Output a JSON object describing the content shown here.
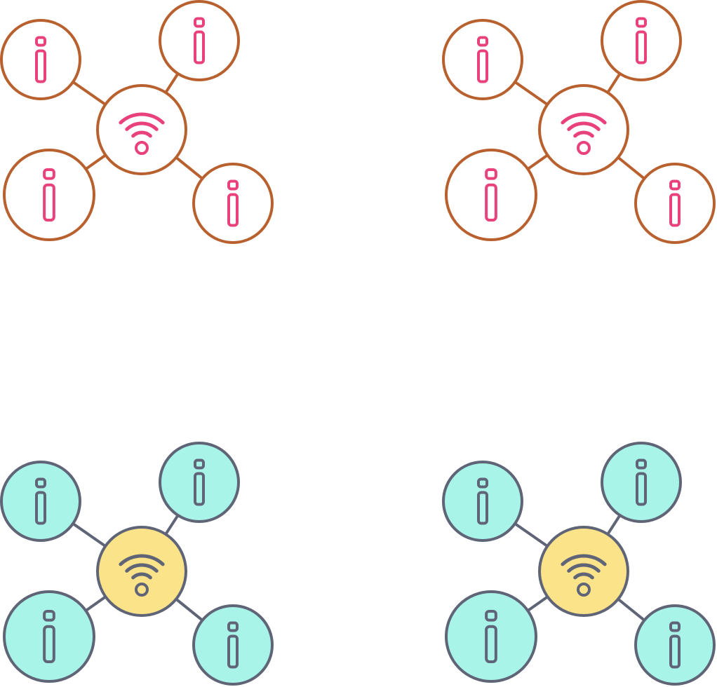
{
  "icon_set": {
    "icon_name": "wifi-info-network-icon",
    "variants": [
      {
        "style": "outline",
        "node_stroke": "#b8612f",
        "node_fill": "#ffffff",
        "hub_fill": "#ffffff",
        "glyph_color": "#e8417c"
      },
      {
        "style": "outline",
        "node_stroke": "#b8612f",
        "node_fill": "#ffffff",
        "hub_fill": "#ffffff",
        "glyph_color": "#e8417c"
      },
      {
        "style": "filled",
        "node_stroke": "#5f6577",
        "node_fill": "#a8f4e8",
        "hub_fill": "#fbe38a",
        "glyph_color": "#5f6577"
      },
      {
        "style": "filled",
        "node_stroke": "#5f6577",
        "node_fill": "#a8f4e8",
        "hub_fill": "#fbe38a",
        "glyph_color": "#5f6577"
      }
    ]
  }
}
